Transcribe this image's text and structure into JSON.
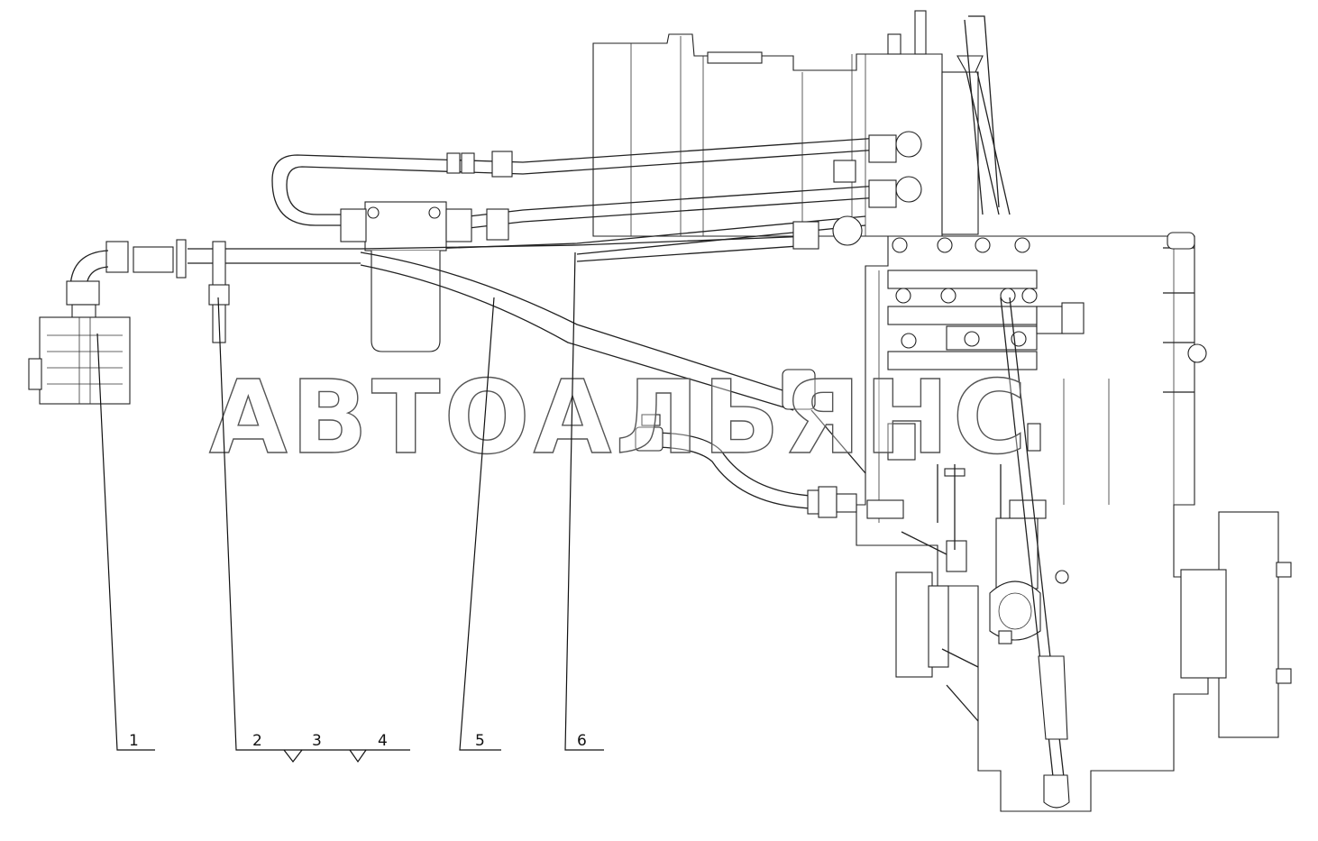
{
  "watermark": "АВТОАЛЬЯНС",
  "callouts": [
    {
      "id": "1",
      "label": "1"
    },
    {
      "id": "2",
      "label": "2"
    },
    {
      "id": "3",
      "label": "3"
    },
    {
      "id": "4",
      "label": "4"
    },
    {
      "id": "5",
      "label": "5"
    },
    {
      "id": "6",
      "label": "6"
    }
  ],
  "colors": {
    "line": "#222222",
    "background": "#ffffff"
  }
}
